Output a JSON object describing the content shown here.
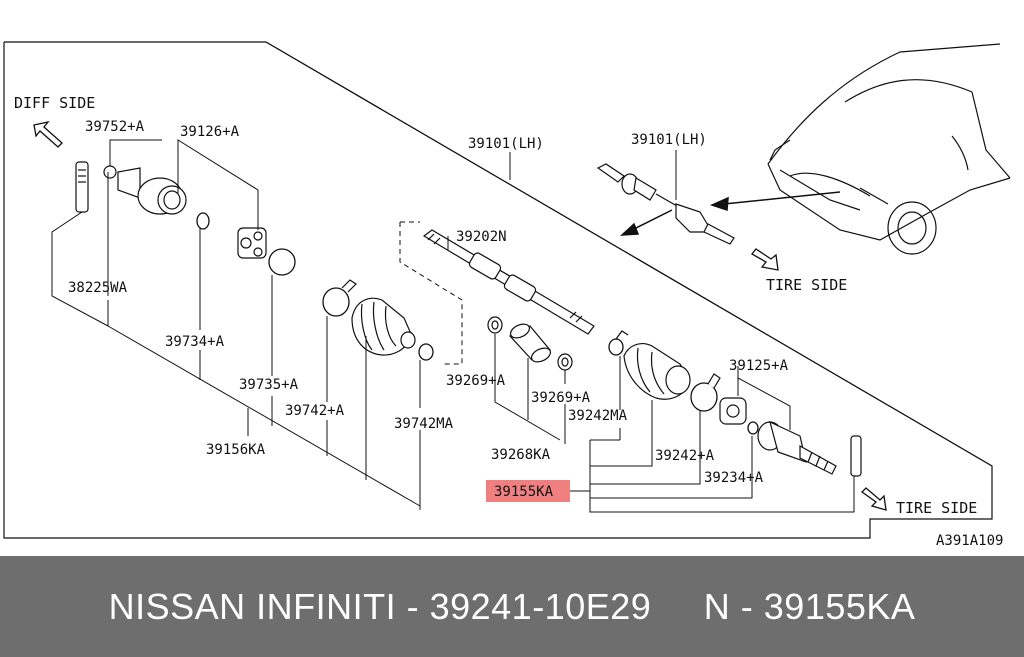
{
  "diagram": {
    "side_labels": {
      "diff_side": "DIFF SIDE",
      "tire_side_top": "TIRE SIDE",
      "tire_side_bottom": "TIRE SIDE"
    },
    "figure_code": "A391A109",
    "highlight_color": "#f08080",
    "labels": {
      "p39752A": "39752+A",
      "p39126A": "39126+A",
      "p39101LH_main": "39101(LH)",
      "p39101LH_inset": "39101(LH)",
      "p39202N": "39202N",
      "p38225WA": "38225WA",
      "p39734A": "39734+A",
      "p39735A": "39735+A",
      "p39742A": "39742+A",
      "p39742MA": "39742MA",
      "p39156KA": "39156KA",
      "p39269A_1": "39269+A",
      "p39269A_2": "39269+A",
      "p39242MA": "39242MA",
      "p39268KA": "39268KA",
      "p39125A": "39125+A",
      "p39242A": "39242+A",
      "p39155KA": "39155KA",
      "p39234A": "39234+A"
    }
  },
  "footer": {
    "text": "NISSAN INFINITI - 39241-10E29     N - 39155KA"
  }
}
